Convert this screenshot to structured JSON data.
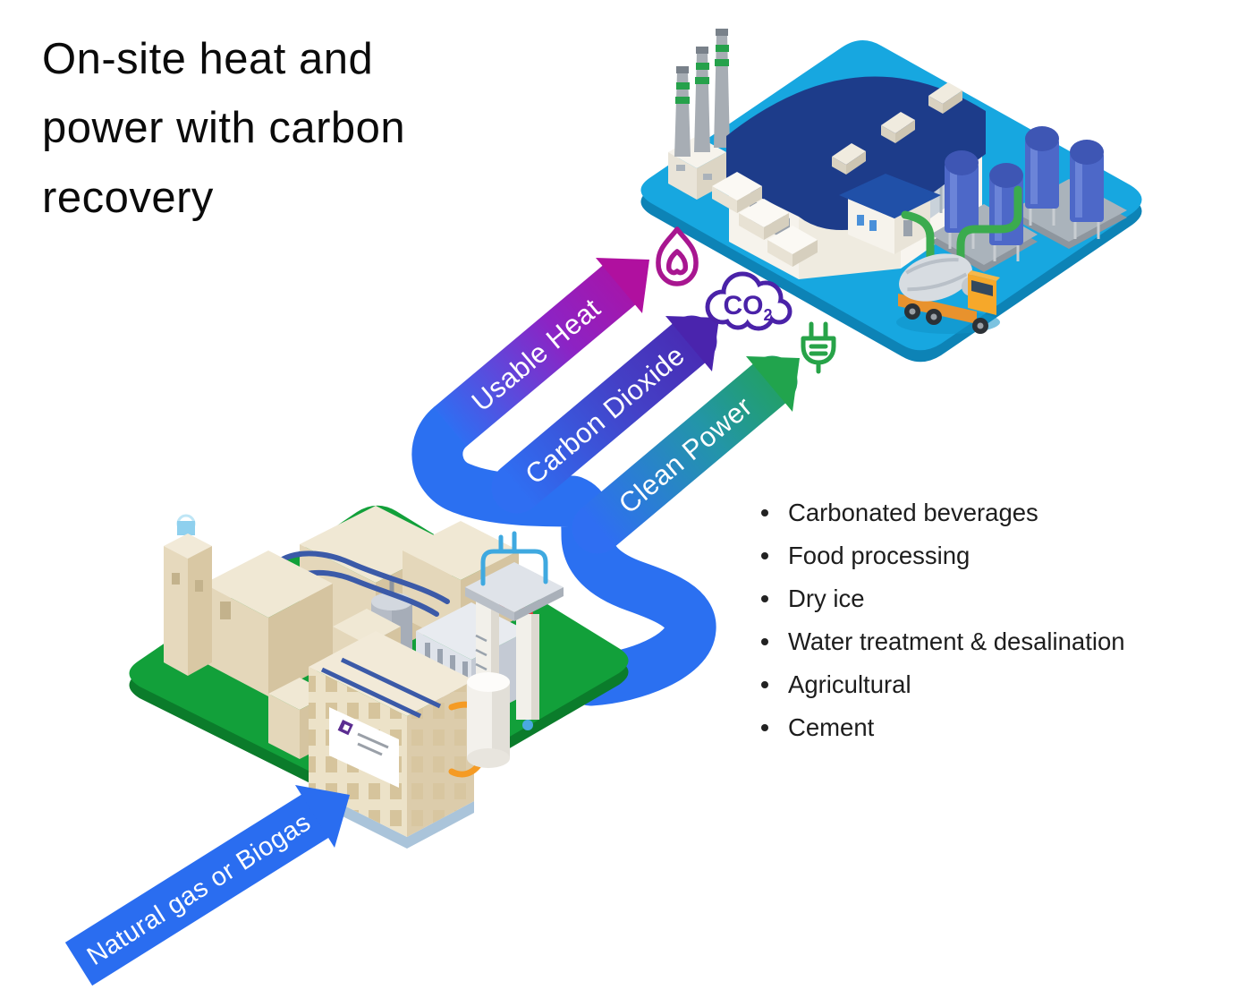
{
  "title": "On-site heat and power with carbon recovery",
  "flow": {
    "input_label": "Natural gas or Biogas",
    "input_color": "#2a6df0",
    "pipe_color": "#2b70f1",
    "outputs": [
      {
        "label": "Usable Heat",
        "icon": "flame-icon",
        "gradient": [
          "#2f6ef2",
          "#8c23c4",
          "#b0109f"
        ]
      },
      {
        "label": "Carbon Dioxide",
        "icon": "co2-cloud-icon",
        "gradient": [
          "#2f6ef2",
          "#4440c6",
          "#4a24ad"
        ]
      },
      {
        "label": "Clean Power",
        "icon": "power-plug-icon",
        "gradient": [
          "#2f6ef2",
          "#2395a8",
          "#21a44d"
        ]
      }
    ]
  },
  "co2_badge": {
    "main": "CO",
    "sub": "2"
  },
  "applications": [
    "Carbonated beverages",
    "Food processing",
    "Dry ice",
    "Water treatment & desalination",
    "Agricultural",
    "Cement"
  ],
  "scene": {
    "factory_platform_color": "#17a7e0",
    "plant_platform_color": "#12a03a",
    "icon_colors": {
      "flame": "#a81690",
      "co2": "#4a22a8",
      "plug": "#27a348"
    }
  }
}
